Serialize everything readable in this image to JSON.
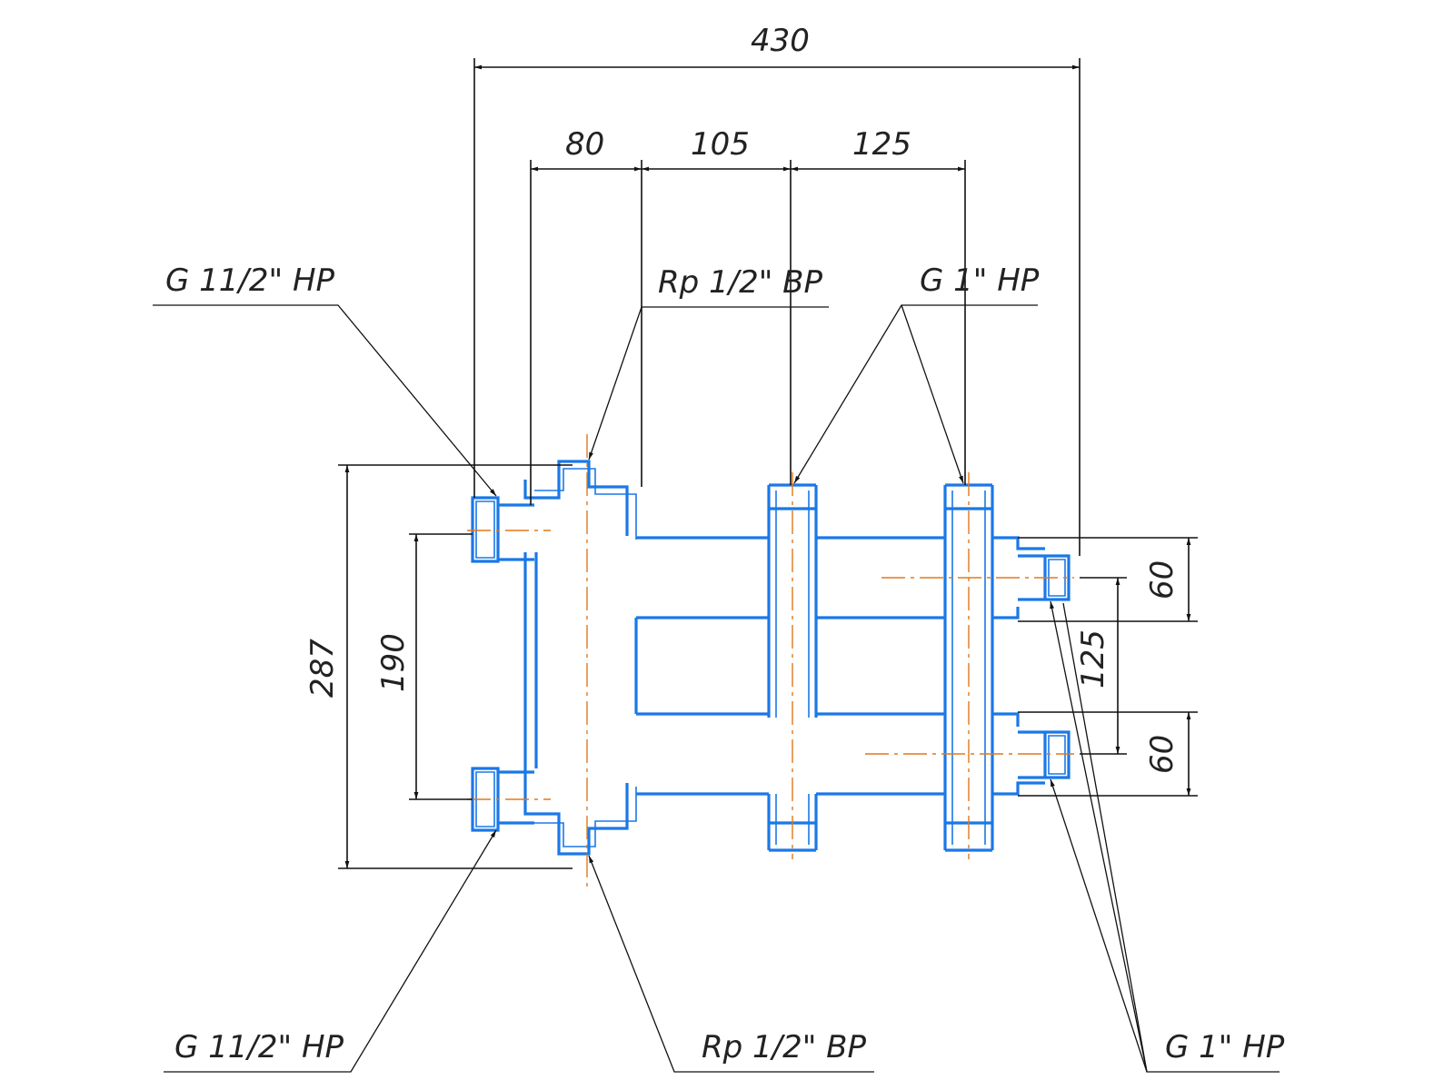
{
  "colors": {
    "outline": "#1a78e8",
    "axis": "#e0781c",
    "dimension": "#111111"
  },
  "dimensions": {
    "overall_width": "430",
    "spacing_1": "80",
    "spacing_2": "105",
    "spacing_3": "125",
    "overall_height": "287",
    "left_ports_spacing": "190",
    "right_port_top_offset": "60",
    "right_ports_spacing": "125",
    "right_port_bottom_offset": "60"
  },
  "labels": {
    "top_left_connection": "G 11/2\" НР",
    "top_center_connection": "Rp 1/2\" ВР",
    "top_right_connection": "G 1\" НР",
    "bottom_left_connection": "G 11/2\" НР",
    "bottom_center_connection": "Rp 1/2\" ВР",
    "bottom_right_connection": "G 1\" НР"
  }
}
